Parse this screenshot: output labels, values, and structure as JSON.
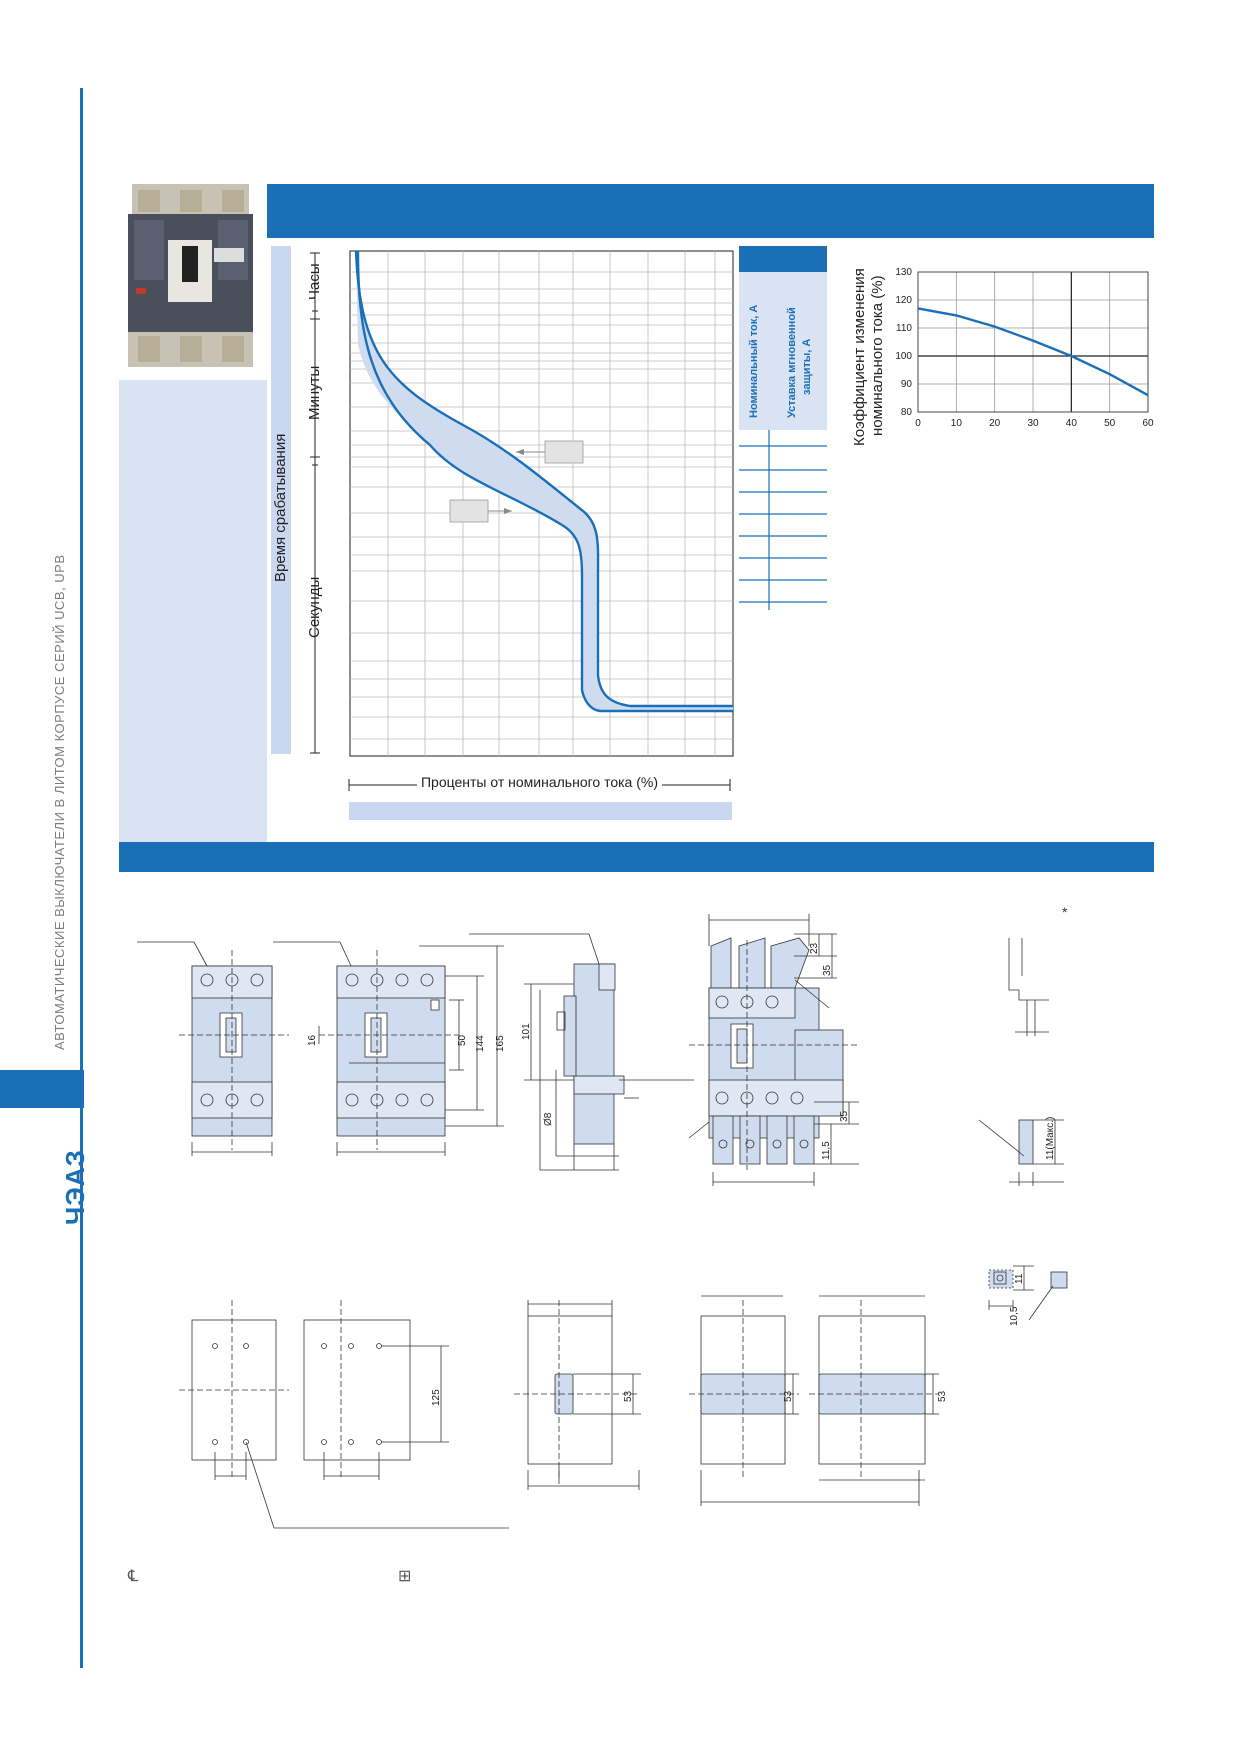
{
  "sidebar": {
    "title": "АВТОМАТИЧЕСКИЕ ВЫКЛЮЧАТЕЛИ В ЛИТОМ КОРПУСЕ СЕРИЙ UCB, UPB",
    "brand": "ЧЭАЗ"
  },
  "trip_chart": {
    "y_title": "Время срабатывания",
    "y_hours": "Часы",
    "y_minutes": "Минуты",
    "y_seconds": "Секунды",
    "x_title": "Проценты от номинального тока (%)"
  },
  "table": {
    "col1": "Номинальный ток, А",
    "col2_line1": "Уставка мгновенной",
    "col2_line2": "защиты, А"
  },
  "chart_data": {
    "type": "line",
    "ylabel_line1": "Коэффициент изменения",
    "ylabel_line2": "номинального тока (%)",
    "xlabel": "",
    "x_ticks": [
      "0",
      "10",
      "20",
      "30",
      "40",
      "50",
      "60"
    ],
    "y_ticks": [
      "80",
      "90",
      "100",
      "110",
      "120",
      "130"
    ],
    "xlim": [
      0,
      60
    ],
    "ylim": [
      80,
      130
    ],
    "grid": true,
    "series": [
      {
        "x": [
          0,
          10,
          20,
          30,
          40,
          50,
          60
        ],
        "y": [
          117,
          114.5,
          110.5,
          105.5,
          100,
          93.5,
          86
        ]
      }
    ],
    "reference": {
      "x": 40,
      "y": 100
    }
  },
  "dimensions": {
    "d16": "16",
    "d50": "50",
    "d144": "144",
    "d165": "165",
    "d101": "101",
    "d8": "Ø8",
    "d23": "23",
    "d35a": "35",
    "d35b": "35",
    "d11_5": "11,5",
    "d11max": "11(Макс.)",
    "d11": "11",
    "d10_5": "10,5",
    "d125": "125",
    "d53a": "53",
    "d53b": "53",
    "d53c": "53",
    "star": "*",
    "cl_symbol": "℄",
    "bar_symbol": "⊞"
  },
  "colors": {
    "brand_blue": "#1a6fb7",
    "light_blue": "#d9e3f3",
    "band_fill": "#cfdcf0"
  }
}
